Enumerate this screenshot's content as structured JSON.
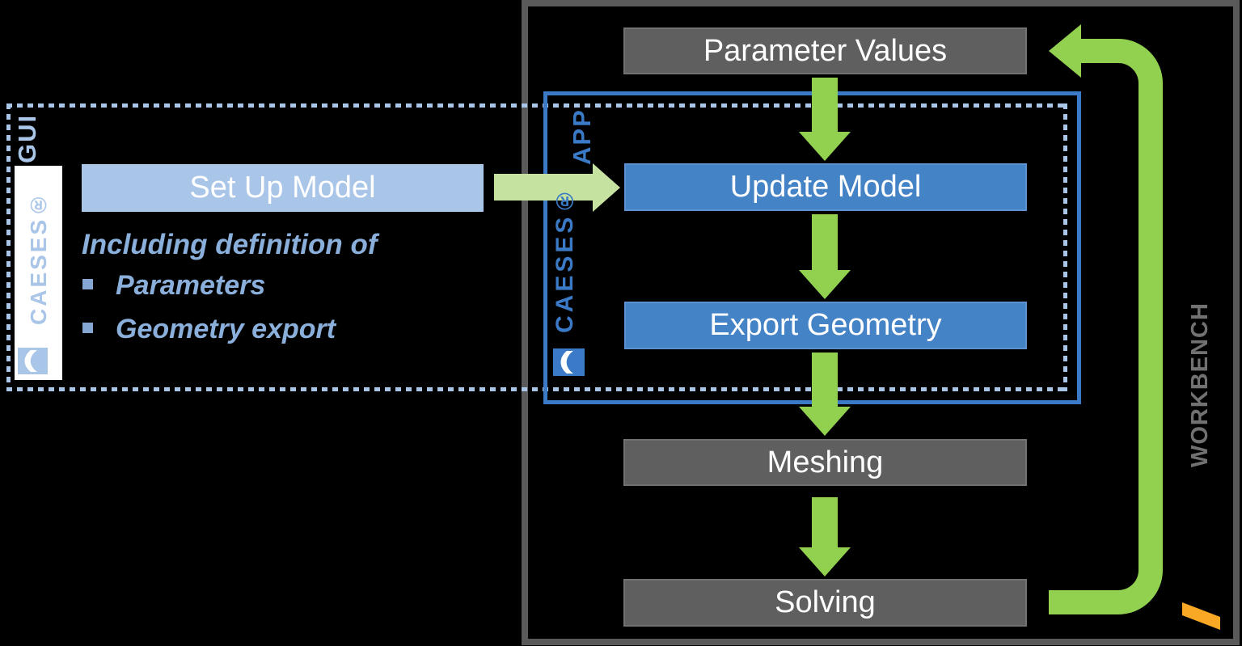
{
  "gui": {
    "panel_label": "GUI",
    "logo_text": "CAESES®",
    "setup_box_label": "Set Up Model",
    "note": "Including definition of",
    "bullets": [
      {
        "label": "Parameters"
      },
      {
        "label": "Geometry export"
      }
    ]
  },
  "app": {
    "panel_label": "APP",
    "logo_text": "CAESES®",
    "update_box_label": "Update Model",
    "export_box_label": "Export Geometry"
  },
  "workbench": {
    "panel_label": "WORKBENCH",
    "parameter_box_label": "Parameter Values",
    "meshing_box_label": "Meshing",
    "solving_box_label": "Solving"
  },
  "connections": [
    "Set Up Model -> Update Model",
    "Parameter Values -> Update Model",
    "Update Model -> Export Geometry",
    "Export Geometry -> Meshing",
    "Meshing -> Solving",
    "Solving -> Parameter Values (loop back)"
  ],
  "icons": {
    "caeses_logo_icon": "crescent-in-square",
    "orange_slash_icon": "orange-parallelogram"
  },
  "colors": {
    "background": "#000000",
    "workbench_border": "#5a5a5a",
    "workbench_text": "#717171",
    "gray_box": "#5f5f5f",
    "blue_box": "#4583c7",
    "light_blue_box": "#a9c5e8",
    "app_border_blue": "#3a7ac6",
    "dotted_border_blue": "#a9c5e8",
    "green_arrow": "#92d050",
    "pale_green_arrow": "#c6e2a0",
    "note_text_blue": "#8bafdb",
    "orange": "#f9a826",
    "box_text": "#ffffff"
  }
}
